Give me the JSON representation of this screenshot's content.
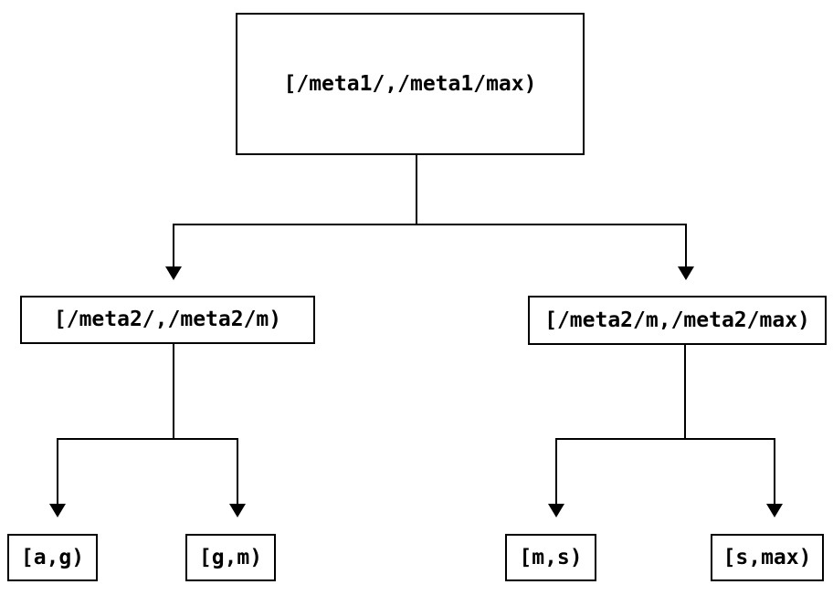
{
  "diagram": {
    "type": "binary-tree",
    "colors": {
      "background": "#ffffff",
      "line": "#000000",
      "text": "#000000"
    },
    "root": {
      "label": "[/meta1/,/meta1/max)"
    },
    "children": [
      {
        "label": "[/meta2/,/meta2/m)",
        "children": [
          {
            "label": "[a,g)"
          },
          {
            "label": "[g,m)"
          }
        ]
      },
      {
        "label": "[/meta2/m,/meta2/max)",
        "children": [
          {
            "label": "[m,s)"
          },
          {
            "label": "[s,max)"
          }
        ]
      }
    ]
  }
}
